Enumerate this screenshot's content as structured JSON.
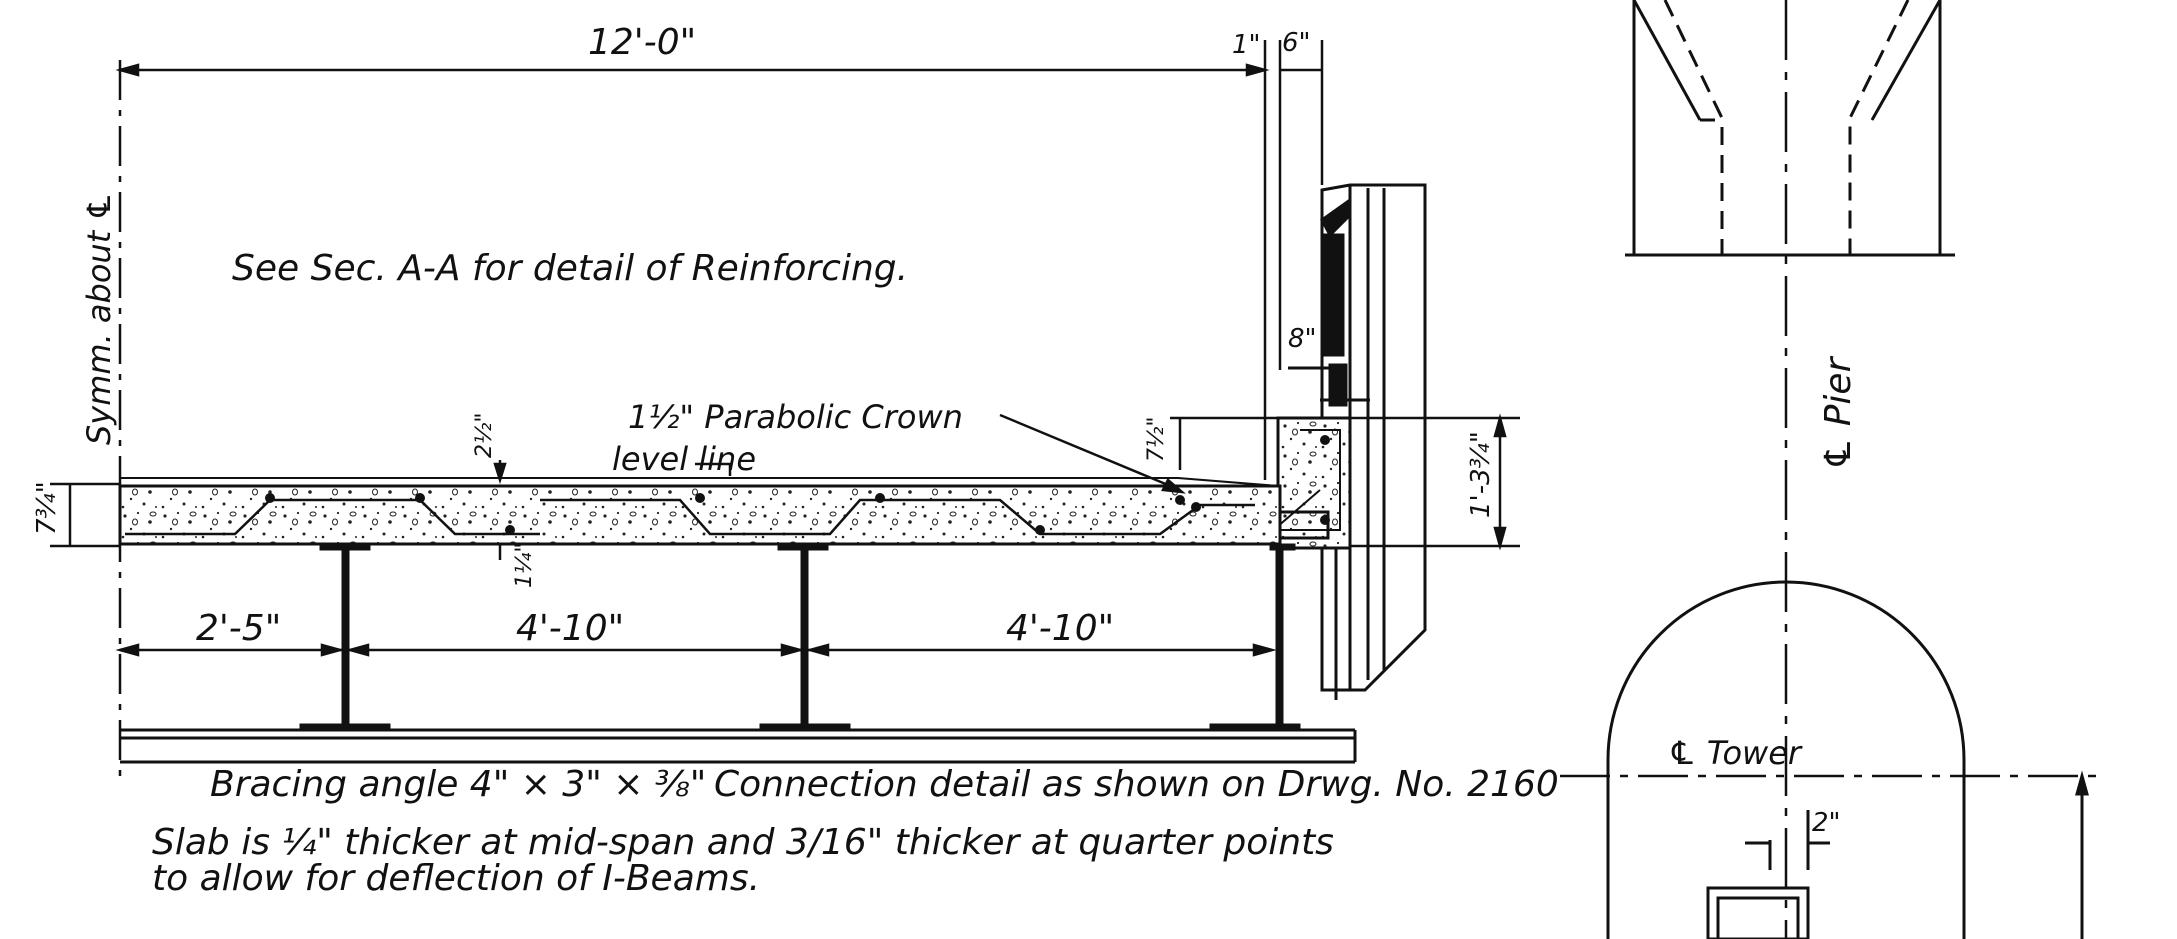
{
  "section": {
    "note_reinforcing": "See Sec. A-A for detail of Reinforcing.",
    "symmetry_label": "Symm. about ℄",
    "crown_label": "1½\" Parabolic Crown",
    "level_line_label": "level line",
    "bracing_note": "Bracing angle  4\" × 3\" × ⅜\"",
    "connection_note": "Connection detail as shown on Drwg. No. 2160",
    "slab_note_line1": "Slab is ¼\" thicker at mid-span and 3/16\" thicker at quarter points",
    "slab_note_line2": "to allow for deflection of I-Beams."
  },
  "dimensions": {
    "overall_width": "12'-0\"",
    "curb_gap": "1\"",
    "curb_width": "6\"",
    "rail_offset": "8\"",
    "slab_thickness": "7¾\"",
    "crown_rise": "2½\"",
    "haunch": "1¼\"",
    "curb_rise": "7½\"",
    "curb_depth": "1'-3¾\"",
    "span_1": "2'-5\"",
    "span_2": "4'-10\"",
    "span_3": "4'-10\""
  },
  "pier": {
    "pier_label": "℄ Pier",
    "tower_label": "℄ Tower",
    "offset_dim": "2\""
  },
  "colors": {
    "ink": "#111111",
    "paper": "#ffffff"
  }
}
